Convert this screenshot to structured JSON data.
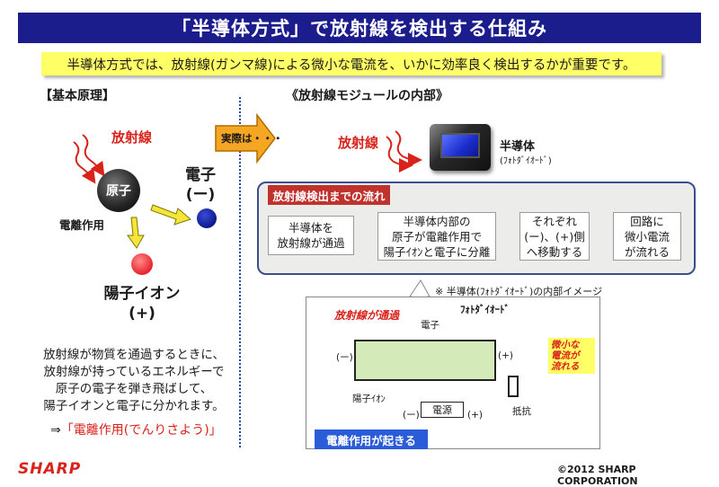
{
  "title": "「半導体方式」で放射線を検出する仕組み",
  "summary": "半導体方式では、放射線(ガンマ線)による微小な電流を、いかに効率良く検出するかが重要です。",
  "left": {
    "section_title": "【基本原理】",
    "radiation": "放射線",
    "atom": "原子",
    "electron_line1": "電子",
    "electron_line2": "(ー)",
    "ionization": "電離作用",
    "ion_line1": "陽子イオン",
    "ion_line2": "(+)",
    "description": [
      "放射線が物質を通過するときに、",
      "放射線が持っているエネルギーで",
      "原子の電子を弾き飛ばして、",
      "陽子イオンと電子に分かれます。"
    ],
    "conclusion_prefix": "⇒",
    "conclusion_term": "「電離作用(でんりさよう)」"
  },
  "arrow_label": "実際は・・・",
  "right": {
    "section_title": "《放射線モジュールの内部》",
    "radiation": "放射線",
    "semiconductor": "半導体",
    "semiconductor_sub": "(ﾌｫﾄﾀﾞｲｵｰﾄﾞ)",
    "flow_title": "放射線検出までの流れ",
    "steps": [
      [
        "半導体を",
        "放射線が通過"
      ],
      [
        "半導体内部の",
        "原子が電離作用で",
        "陽子ｲｵﾝと電子に分離"
      ],
      [
        "それぞれ",
        "(ー)、(+)側",
        "へ移動する"
      ],
      [
        "回路に",
        "微小電流",
        "が流れる"
      ]
    ],
    "diagram": {
      "note": "※ 半導体(ﾌｫﾄﾀﾞｲｵｰﾄﾞ)の内部イメージ",
      "radiation_pass": "放射線が通過",
      "electron": "電子",
      "photodiode": "ﾌｫﾄﾀﾞｲｵｰﾄﾞ",
      "minus": "(ー)",
      "plus": "(+)",
      "ion": "陽子ｲｵﾝ",
      "power": "電源",
      "resistor": "抵抗",
      "current": [
        "微小な",
        "電流が",
        "流れる"
      ],
      "ionization_occurs": "電離作用が起きる"
    }
  },
  "footer": {
    "logo": "SHARP",
    "copyright": "©2012 SHARP CORPORATION"
  },
  "colors": {
    "title_bg": "#1b1d8c",
    "summary_bg": "#ffff66",
    "accent_red": "#d9221a",
    "flow_arrow": "#3a6fd1"
  }
}
